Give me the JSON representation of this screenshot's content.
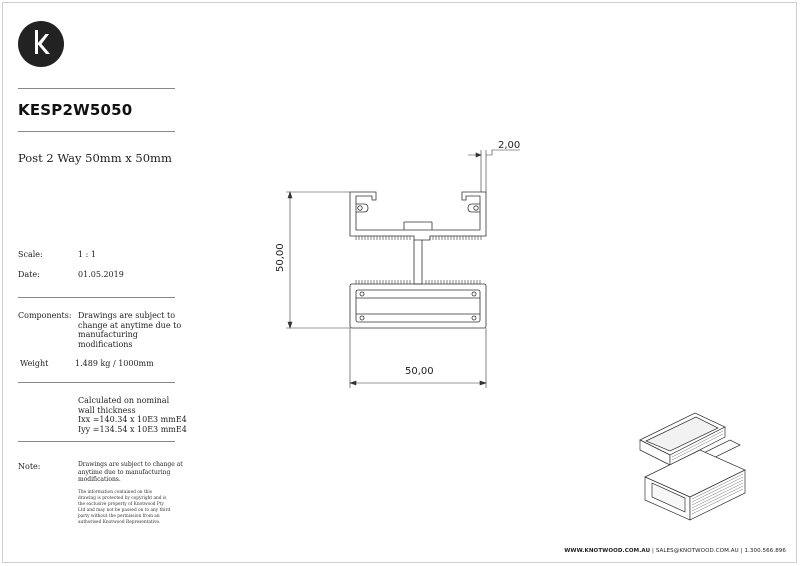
{
  "title_block": {
    "product_code": "KESP2W5050",
    "product_name": "Post 2 Way 50mm x 50mm",
    "scale_label": "Scale:",
    "scale_value": "1 : 1",
    "date_label": "Date:",
    "date_value": "01.05.2019",
    "components_label": "Components:",
    "components_value": [
      "Drawings are subject to",
      "change at anytime due to",
      "manufacturing",
      "modifications"
    ],
    "weight_label": "Weight",
    "weight_value": "1.489 kg / 1000mm",
    "calc_lines": [
      "Calculated on nominal",
      "wall thickness",
      "Ixx =140.34 x 10E3 mmE4",
      "Iyy =134.54 x 10E3 mmE4"
    ],
    "note_label": "Note:",
    "note_lines": [
      "Drawings are subject to change at",
      "anytime due to manufacturing",
      "modifications."
    ],
    "legal_lines": [
      "The information contained on this",
      "drawing is protected by copyright and is",
      "the exclusive property of Knotwood Pty",
      "Ltd and may not be passed on to any third",
      "party without the permission from an",
      "authorised Knotwood Representative."
    ]
  },
  "dimensions": {
    "wall": "2,00",
    "height": "50,00",
    "width": "50,00"
  },
  "footer": {
    "website": "WWW.KNOTWOOD.COM.AU",
    "email": "SALES@KNOTWOOD.COM.AU",
    "phone": "1.300.566.896",
    "separator": "|"
  },
  "logo_letter": "K",
  "colors": {
    "logo_bg": "#222222",
    "line": "#333333",
    "rule": "#888888"
  }
}
